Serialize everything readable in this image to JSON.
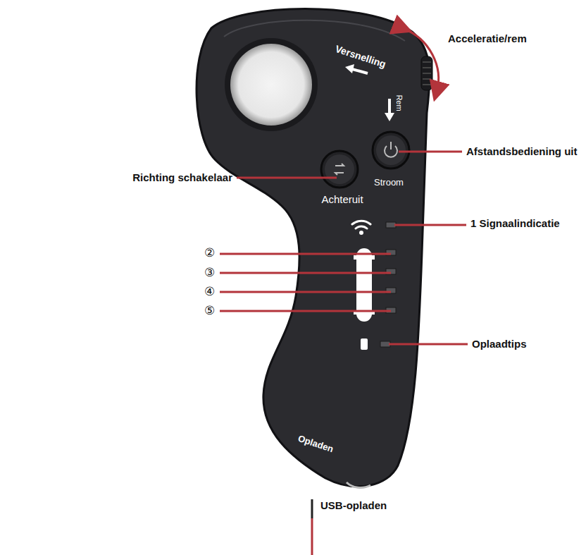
{
  "diagram": {
    "labels": [
      "Versnelling",
      "Acceleratie/rem",
      "Rem",
      "Richting schakelaar",
      "Afstandsbediening uit",
      "Stroom",
      "Achteruit",
      "1 Signaalindicatie",
      "②",
      "③",
      "④",
      "⑤",
      "Oplaadtips",
      "Opladen",
      "USB-opladen"
    ]
  }
}
